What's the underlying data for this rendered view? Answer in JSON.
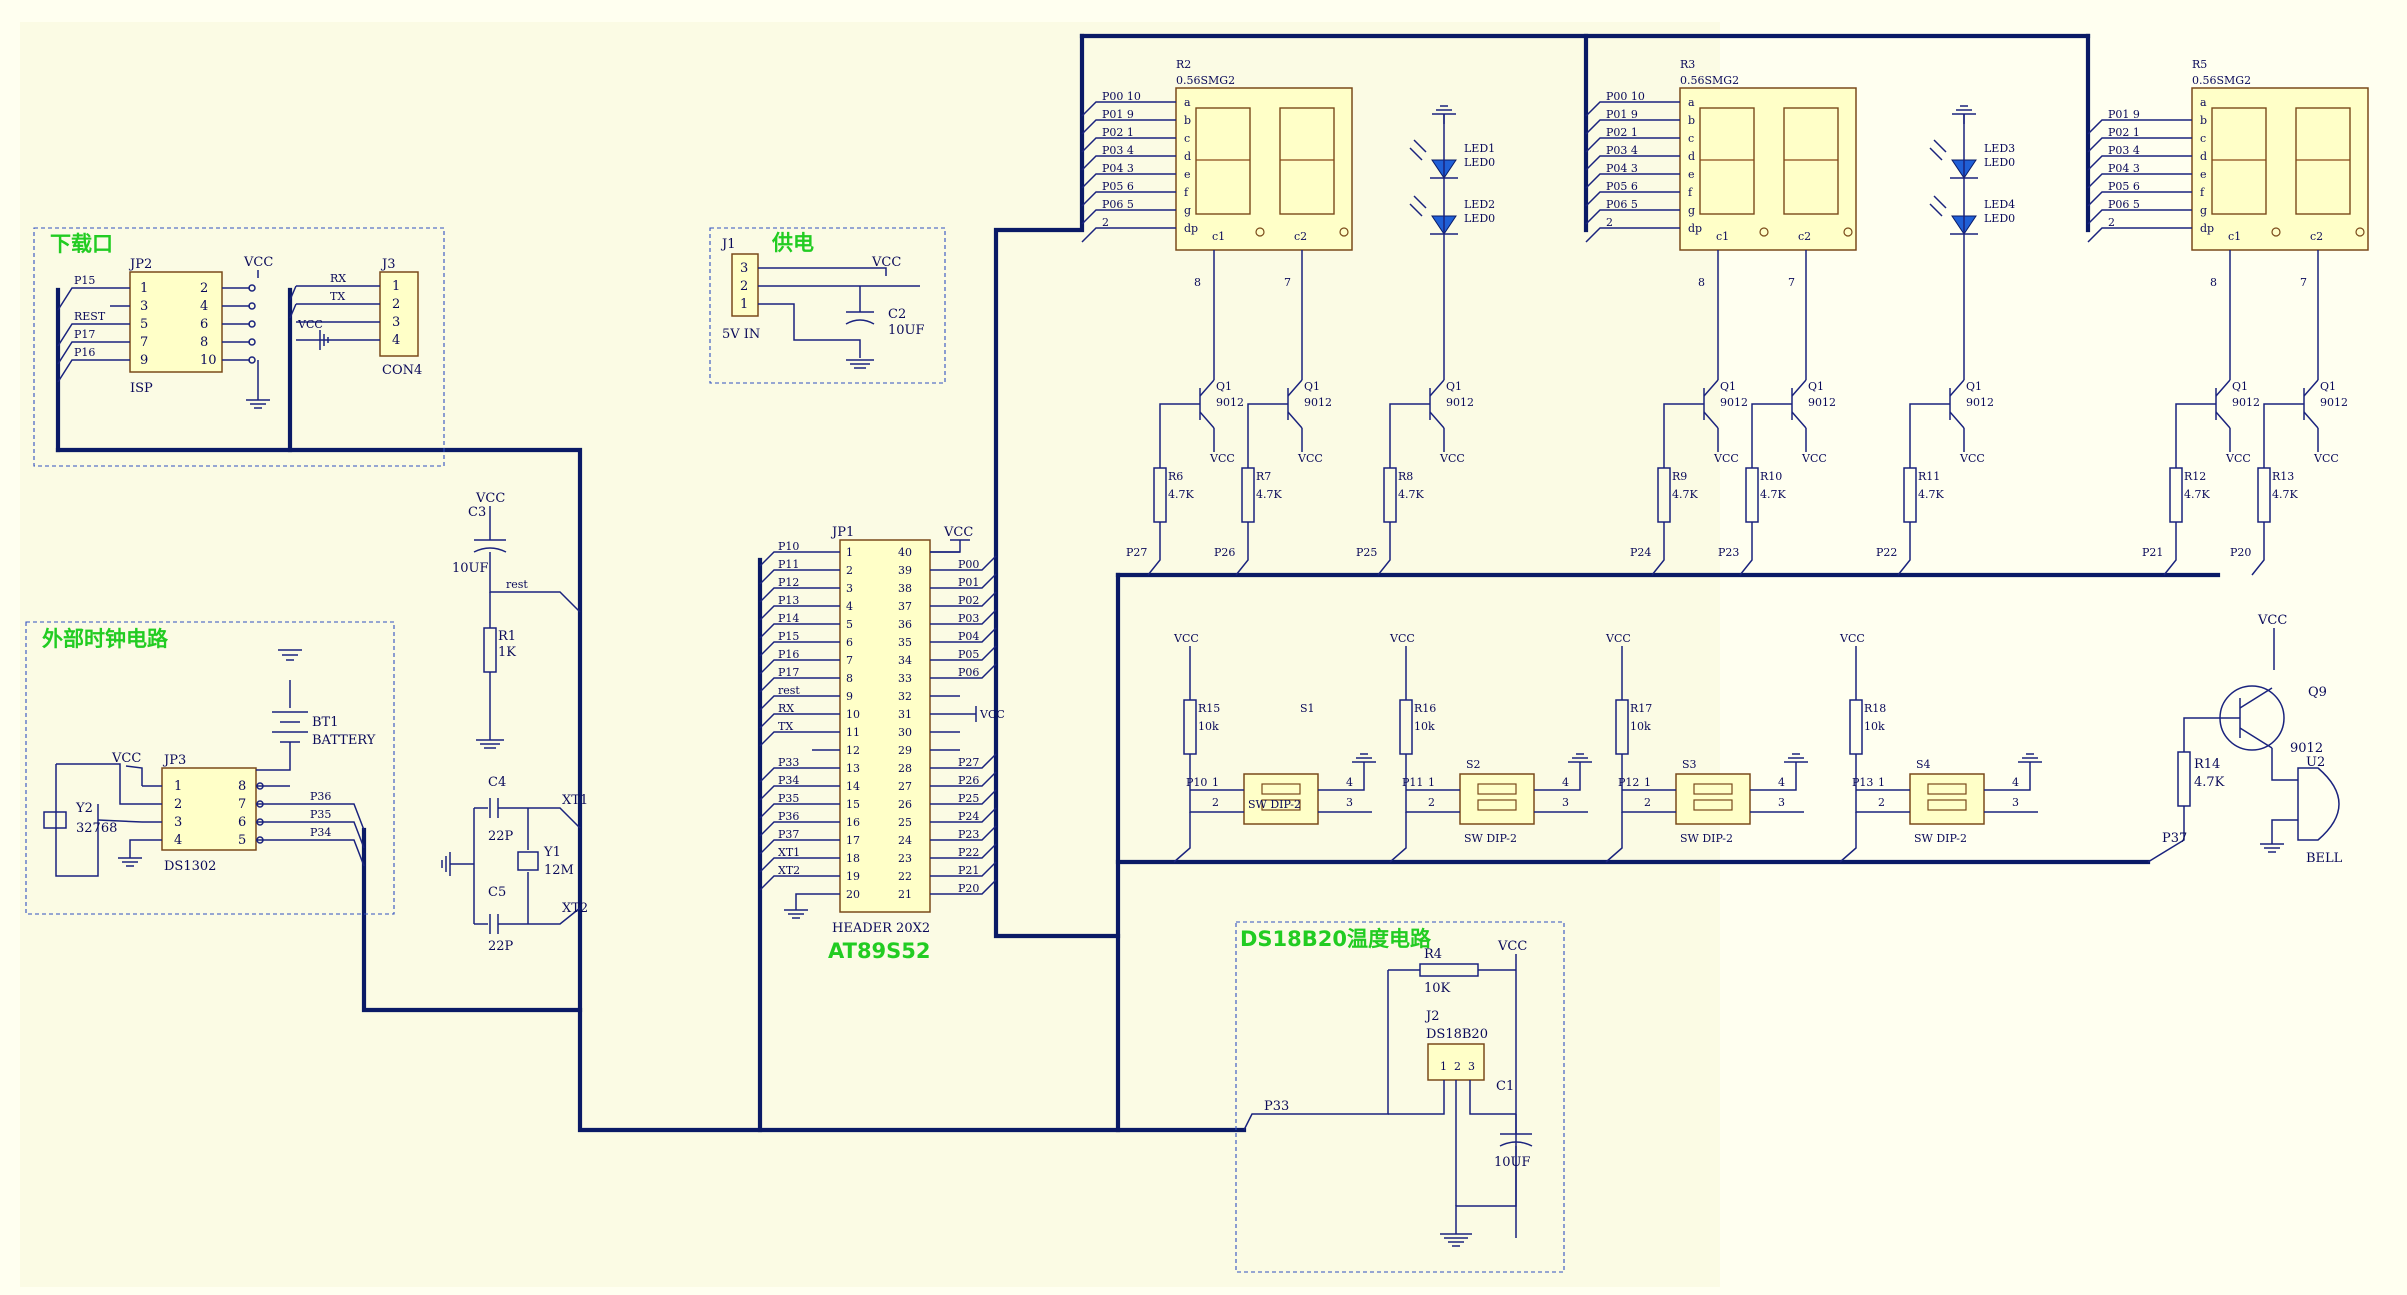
{
  "titles": {
    "download": "下载口",
    "power": "供电",
    "clock": "外部时钟电路",
    "temp": "DS18B20温度电路",
    "mcu": "AT89S52"
  },
  "mcu": {
    "ref": "JP1",
    "footer": "HEADER 20X2",
    "vcc": "VCC",
    "left_labels": [
      "P10",
      "P11",
      "P12",
      "P13",
      "P14",
      "P15",
      "P16",
      "P17",
      "rest",
      "RX",
      "TX",
      "",
      "P33",
      "P34",
      "P35",
      "P36",
      "P37",
      "XT1",
      "XT2",
      ""
    ],
    "left_pins": [
      "1",
      "2",
      "3",
      "4",
      "5",
      "6",
      "7",
      "8",
      "9",
      "10",
      "11",
      "12",
      "13",
      "14",
      "15",
      "16",
      "17",
      "18",
      "19",
      "20"
    ],
    "right_pins": [
      "40",
      "39",
      "38",
      "37",
      "36",
      "35",
      "34",
      "33",
      "32",
      "31",
      "30",
      "29",
      "28",
      "27",
      "26",
      "25",
      "24",
      "23",
      "22",
      "21"
    ],
    "right_labels": [
      "",
      "P00",
      "P01",
      "P02",
      "P03",
      "P04",
      "P05",
      "P06",
      "",
      "VCC",
      "",
      "",
      "P27",
      "P26",
      "P25",
      "P24",
      "P23",
      "P22",
      "P21",
      "P20"
    ]
  },
  "isp": {
    "ref": "JP2",
    "name": "ISP",
    "vcc": "VCC",
    "left_pins": [
      "1",
      "3",
      "5",
      "7",
      "9"
    ],
    "right_pins": [
      "2",
      "4",
      "6",
      "8",
      "10"
    ],
    "labels": [
      "P15",
      "REST",
      "P17",
      "P16"
    ]
  },
  "con4": {
    "ref": "J3",
    "name": "CON4",
    "pins": [
      "1",
      "2",
      "3",
      "4"
    ],
    "labels": [
      "RX",
      "TX",
      "VCC"
    ]
  },
  "power": {
    "ref": "J1",
    "name": "5V IN",
    "pins": [
      "3",
      "2",
      "1"
    ],
    "vcc": "VCC",
    "cap_ref": "C2",
    "cap_val": "10UF"
  },
  "reset": {
    "vcc": "VCC",
    "cap_ref": "C3",
    "cap_val": "10UF",
    "net": "rest",
    "res_ref": "R1",
    "res_val": "1K"
  },
  "crystal": {
    "c4_ref": "C4",
    "c4_val": "22P",
    "c5_ref": "C5",
    "c5_val": "22P",
    "y_ref": "Y1",
    "y_val": "12M",
    "xt1": "XT1",
    "xt2": "XT2"
  },
  "clock": {
    "ref": "JP3",
    "name": "DS1302",
    "vcc": "VCC",
    "left_pins": [
      "1",
      "2",
      "3",
      "4"
    ],
    "right_pins": [
      "8",
      "7",
      "6",
      "5"
    ],
    "nets": [
      "P36",
      "P35",
      "P34"
    ],
    "xtal_ref": "Y2",
    "xtal_val": "32768",
    "bat_ref": "BT1",
    "bat_name": "BATTERY"
  },
  "displays": [
    {
      "ref": "R2",
      "name": "0.56SMG2",
      "pins": [
        "P00  10",
        "P01  9",
        "P02  1",
        "P03  4",
        "P04  3",
        "P05  6",
        "P06  5",
        "2"
      ],
      "segs": [
        "a",
        "b",
        "c",
        "d",
        "e",
        "f",
        "g",
        "dp"
      ],
      "c1": "c1",
      "c2": "c2",
      "pin_c1": "8",
      "pin_c2": "7"
    },
    {
      "ref": "R3",
      "name": "0.56SMG2",
      "pins": [
        "P00  10",
        "P01  9",
        "P02  1",
        "P03  4",
        "P04  3",
        "P05  6",
        "P06  5",
        "2"
      ],
      "segs": [
        "a",
        "b",
        "c",
        "d",
        "e",
        "f",
        "g",
        "dp"
      ],
      "c1": "c1",
      "c2": "c2",
      "pin_c1": "8",
      "pin_c2": "7"
    },
    {
      "ref": "R5",
      "name": "0.56SMG2",
      "pins": [
        "P01  9",
        "P02  1",
        "P03  4",
        "P04  3",
        "P05  6",
        "P06  5",
        "2"
      ],
      "segs": [
        "a",
        "b",
        "c",
        "d",
        "e",
        "f",
        "g",
        "dp"
      ],
      "c1": "c1",
      "c2": "c2",
      "pin_c1": "8",
      "pin_c2": "7"
    }
  ],
  "leds": [
    {
      "ref": "LED1",
      "name": "LED0"
    },
    {
      "ref": "LED2",
      "name": "LED0"
    },
    {
      "ref": "LED3",
      "name": "LED0"
    },
    {
      "ref": "LED4",
      "name": "LED0"
    }
  ],
  "drivers": [
    {
      "ref": "Q1",
      "part": "9012",
      "vcc": "VCC",
      "res": "R6",
      "val": "4.7K",
      "net": "P27"
    },
    {
      "ref": "Q1",
      "part": "9012",
      "vcc": "VCC",
      "res": "R7",
      "val": "4.7K",
      "net": "P26"
    },
    {
      "ref": "Q1",
      "part": "9012",
      "vcc": "VCC",
      "res": "R8",
      "val": "4.7K",
      "net": "P25"
    },
    {
      "ref": "Q1",
      "part": "9012",
      "vcc": "VCC",
      "res": "R9",
      "val": "4.7K",
      "net": "P24"
    },
    {
      "ref": "Q1",
      "part": "9012",
      "vcc": "VCC",
      "res": "R10",
      "val": "4.7K",
      "net": "P23"
    },
    {
      "ref": "Q1",
      "part": "9012",
      "vcc": "VCC",
      "res": "R11",
      "val": "4.7K",
      "net": "P22"
    },
    {
      "ref": "Q1",
      "part": "9012",
      "vcc": "VCC",
      "res": "R12",
      "val": "4.7K",
      "net": "P21"
    },
    {
      "ref": "Q1",
      "part": "9012",
      "vcc": "VCC",
      "res": "R13",
      "val": "4.7K",
      "net": "P20"
    }
  ],
  "switches": [
    {
      "ref": "S1",
      "vcc": "VCC",
      "res": "R15",
      "val": "10k",
      "net": "P10",
      "name": "SW DIP-2",
      "pins": [
        "1",
        "2",
        "3",
        "4"
      ]
    },
    {
      "ref": "S2",
      "vcc": "VCC",
      "res": "R16",
      "val": "10k",
      "net": "P11",
      "name": "SW DIP-2",
      "pins": [
        "1",
        "2",
        "3",
        "4"
      ]
    },
    {
      "ref": "S3",
      "vcc": "VCC",
      "res": "R17",
      "val": "10k",
      "net": "P12",
      "name": "SW DIP-2",
      "pins": [
        "1",
        "2",
        "3",
        "4"
      ]
    },
    {
      "ref": "S4",
      "vcc": "VCC",
      "res": "R18",
      "val": "10k",
      "net": "P13",
      "name": "SW DIP-2",
      "pins": [
        "1",
        "2",
        "3",
        "4"
      ]
    }
  ],
  "buzzer": {
    "vcc": "VCC",
    "q_ref": "Q9",
    "q_part": "9012",
    "res": "R14",
    "val": "4.7K",
    "net": "P37",
    "u_ref": "U2",
    "name": "BELL"
  },
  "temp": {
    "vcc": "VCC",
    "res": "R4",
    "val": "10K",
    "ref": "J2",
    "name": "DS18B20",
    "pins": [
      "1",
      "2",
      "3"
    ],
    "cap_ref": "C1",
    "cap_val": "10UF",
    "net": "P33"
  }
}
